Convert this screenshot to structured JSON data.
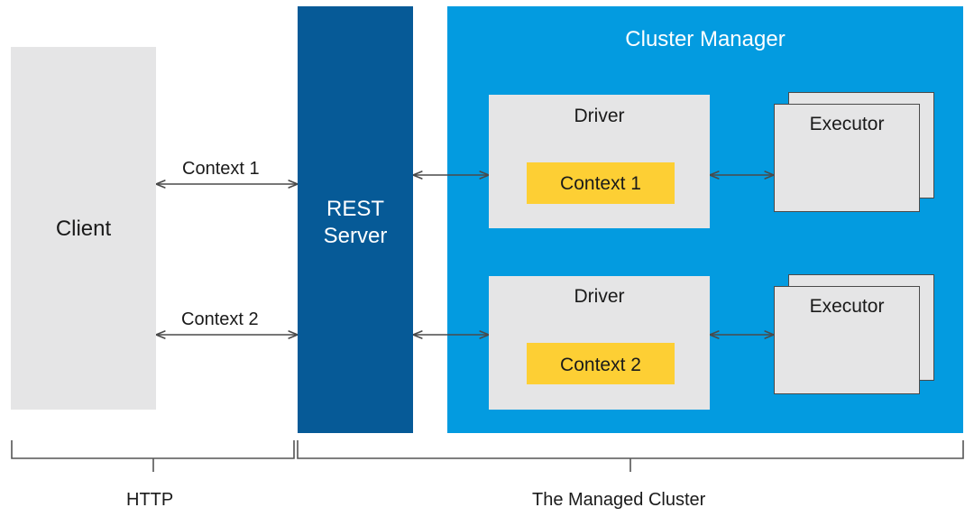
{
  "client": {
    "label": "Client"
  },
  "rest_server": {
    "label_line1": "REST",
    "label_line2": "Server"
  },
  "cluster_manager": {
    "title": "Cluster Manager"
  },
  "drivers": [
    {
      "title": "Driver",
      "context": "Context 1"
    },
    {
      "title": "Driver",
      "context": "Context 2"
    }
  ],
  "executors": [
    {
      "label": "Executor"
    },
    {
      "label": "Executor"
    }
  ],
  "http_connections": [
    {
      "label": "Context 1"
    },
    {
      "label": "Context 2"
    }
  ],
  "bottom_labels": {
    "http": "HTTP",
    "cluster": "The Managed Cluster"
  },
  "colors": {
    "client_bg": "#e5e5e6",
    "rest_server_bg": "#065a97",
    "cluster_manager_bg": "#039be0",
    "context_bg": "#fdcf34",
    "arrow": "#4a4a4a"
  }
}
